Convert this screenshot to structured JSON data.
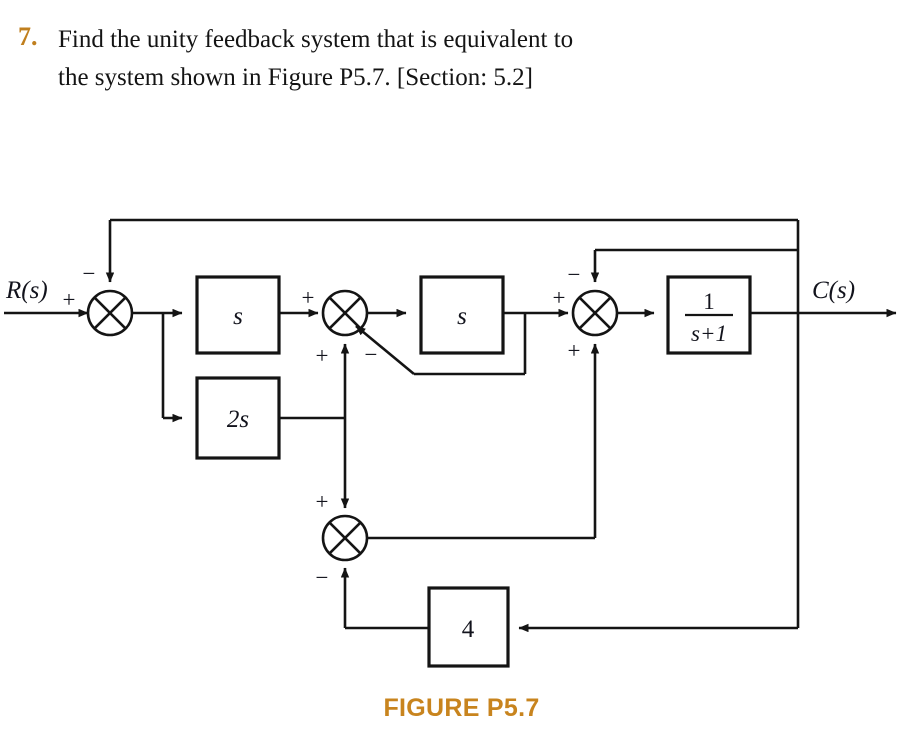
{
  "problem": {
    "number": "7.",
    "line1": "Find the unity feedback system that is equivalent to",
    "line2": "the system shown in Figure P5.7. [Section: 5.2]"
  },
  "figure": {
    "caption": "FIGURE P5.7",
    "caption_color": "#C8841E",
    "line_color": "#141414",
    "input_label": "R(s)",
    "output_label": "C(s)",
    "blocks": [
      {
        "id": "block-s1",
        "label": "s"
      },
      {
        "id": "block-2s",
        "label": "2s"
      },
      {
        "id": "block-s2",
        "label": "s"
      },
      {
        "id": "block-lag",
        "numerator": "1",
        "denominator": "s+1"
      },
      {
        "id": "block-gain4",
        "label": "4"
      }
    ],
    "summers": [
      {
        "id": "summer-1",
        "signs": {
          "left": "+",
          "top": "−"
        }
      },
      {
        "id": "summer-2",
        "signs": {
          "left": "+",
          "bottom_left": "+",
          "diagonal": "−"
        }
      },
      {
        "id": "summer-3",
        "signs": {
          "left": "+",
          "top": "−",
          "bottom": "+"
        }
      },
      {
        "id": "summer-4",
        "signs": {
          "top": "+",
          "bottom": "−"
        }
      }
    ]
  }
}
